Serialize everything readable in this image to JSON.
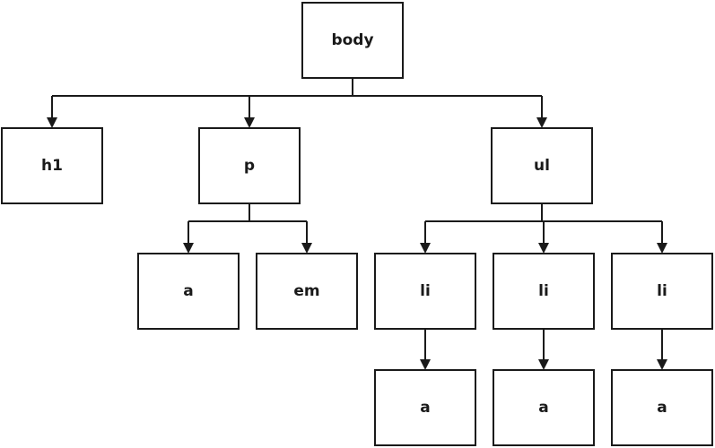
{
  "diagram": {
    "type": "tree",
    "nodes": [
      {
        "id": "body",
        "label": "body"
      },
      {
        "id": "h1",
        "label": "h1"
      },
      {
        "id": "p",
        "label": "p"
      },
      {
        "id": "ul",
        "label": "ul"
      },
      {
        "id": "p_a",
        "label": "a"
      },
      {
        "id": "p_em",
        "label": "em"
      },
      {
        "id": "li1",
        "label": "li"
      },
      {
        "id": "li2",
        "label": "li"
      },
      {
        "id": "li3",
        "label": "li"
      },
      {
        "id": "li1_a",
        "label": "a"
      },
      {
        "id": "li2_a",
        "label": "a"
      },
      {
        "id": "li3_a",
        "label": "a"
      }
    ],
    "edges": [
      {
        "from": "body",
        "to": "h1"
      },
      {
        "from": "body",
        "to": "p"
      },
      {
        "from": "body",
        "to": "ul"
      },
      {
        "from": "p",
        "to": "p_a"
      },
      {
        "from": "p",
        "to": "p_em"
      },
      {
        "from": "ul",
        "to": "li1"
      },
      {
        "from": "ul",
        "to": "li2"
      },
      {
        "from": "ul",
        "to": "li3"
      },
      {
        "from": "li1",
        "to": "li1_a"
      },
      {
        "from": "li2",
        "to": "li2_a"
      },
      {
        "from": "li3",
        "to": "li3_a"
      }
    ]
  }
}
